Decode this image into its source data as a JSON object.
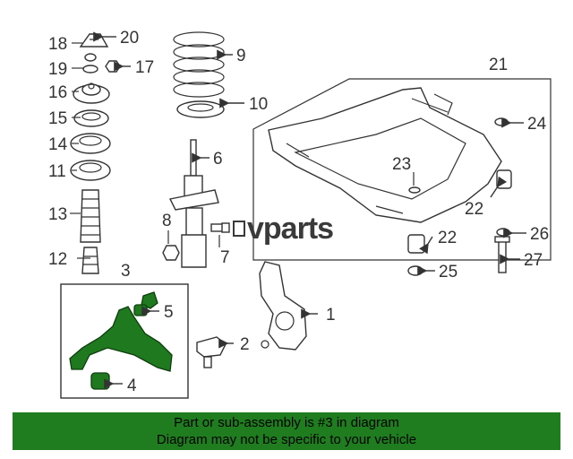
{
  "watermark": "vparts",
  "callouts": [
    "1",
    "2",
    "3",
    "4",
    "5",
    "6",
    "7",
    "8",
    "9",
    "10",
    "11",
    "12",
    "13",
    "14",
    "15",
    "16",
    "17",
    "18",
    "19",
    "20",
    "21",
    "22",
    "22",
    "23",
    "24",
    "25",
    "26",
    "27"
  ],
  "highlighted_part": "3",
  "banner": {
    "line1": "Part or sub-assembly is #3 in diagram",
    "line2": "Diagram may not be specific to your vehicle"
  },
  "colors": {
    "highlight": "#1f7a1f",
    "banner": "#1f7d1f"
  }
}
